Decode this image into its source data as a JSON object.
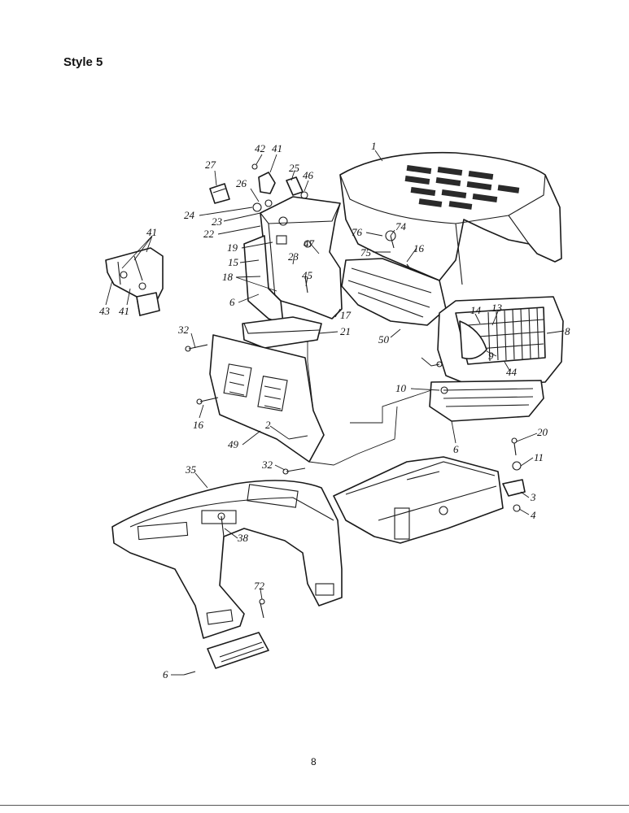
{
  "page": {
    "title": "Style 5",
    "page_number": "8"
  },
  "callouts": [
    {
      "id": "c42",
      "text": "42"
    },
    {
      "id": "c41a",
      "text": "41"
    },
    {
      "id": "c1",
      "text": "1"
    },
    {
      "id": "c27",
      "text": "27"
    },
    {
      "id": "c25",
      "text": "25"
    },
    {
      "id": "c46",
      "text": "46"
    },
    {
      "id": "c26",
      "text": "26"
    },
    {
      "id": "c24",
      "text": "24"
    },
    {
      "id": "c23a",
      "text": "23"
    },
    {
      "id": "c22",
      "text": "22"
    },
    {
      "id": "c74",
      "text": "74"
    },
    {
      "id": "c76",
      "text": "76"
    },
    {
      "id": "c41b",
      "text": "41"
    },
    {
      "id": "c19",
      "text": "19"
    },
    {
      "id": "c47",
      "text": "47"
    },
    {
      "id": "c75",
      "text": "75"
    },
    {
      "id": "c16a",
      "text": "16"
    },
    {
      "id": "c15",
      "text": "15"
    },
    {
      "id": "c23b",
      "text": "23"
    },
    {
      "id": "c18",
      "text": "18"
    },
    {
      "id": "c45",
      "text": "45"
    },
    {
      "id": "c6a",
      "text": "6"
    },
    {
      "id": "c43",
      "text": "43"
    },
    {
      "id": "c41c",
      "text": "41"
    },
    {
      "id": "c17",
      "text": "17"
    },
    {
      "id": "c14",
      "text": "14"
    },
    {
      "id": "c13",
      "text": "13"
    },
    {
      "id": "c32a",
      "text": "32"
    },
    {
      "id": "c21",
      "text": "21"
    },
    {
      "id": "c50",
      "text": "50"
    },
    {
      "id": "c8",
      "text": "8"
    },
    {
      "id": "c9",
      "text": "9"
    },
    {
      "id": "c44",
      "text": "44"
    },
    {
      "id": "c10",
      "text": "10"
    },
    {
      "id": "c16b",
      "text": "16"
    },
    {
      "id": "c2",
      "text": "2"
    },
    {
      "id": "c20",
      "text": "20"
    },
    {
      "id": "c6b",
      "text": "6"
    },
    {
      "id": "c49",
      "text": "49"
    },
    {
      "id": "c11",
      "text": "11"
    },
    {
      "id": "c35",
      "text": "35"
    },
    {
      "id": "c32b",
      "text": "32"
    },
    {
      "id": "c3",
      "text": "3"
    },
    {
      "id": "c4",
      "text": "4"
    },
    {
      "id": "c38",
      "text": "38"
    },
    {
      "id": "c72",
      "text": "72"
    },
    {
      "id": "c6c",
      "text": "6"
    }
  ]
}
